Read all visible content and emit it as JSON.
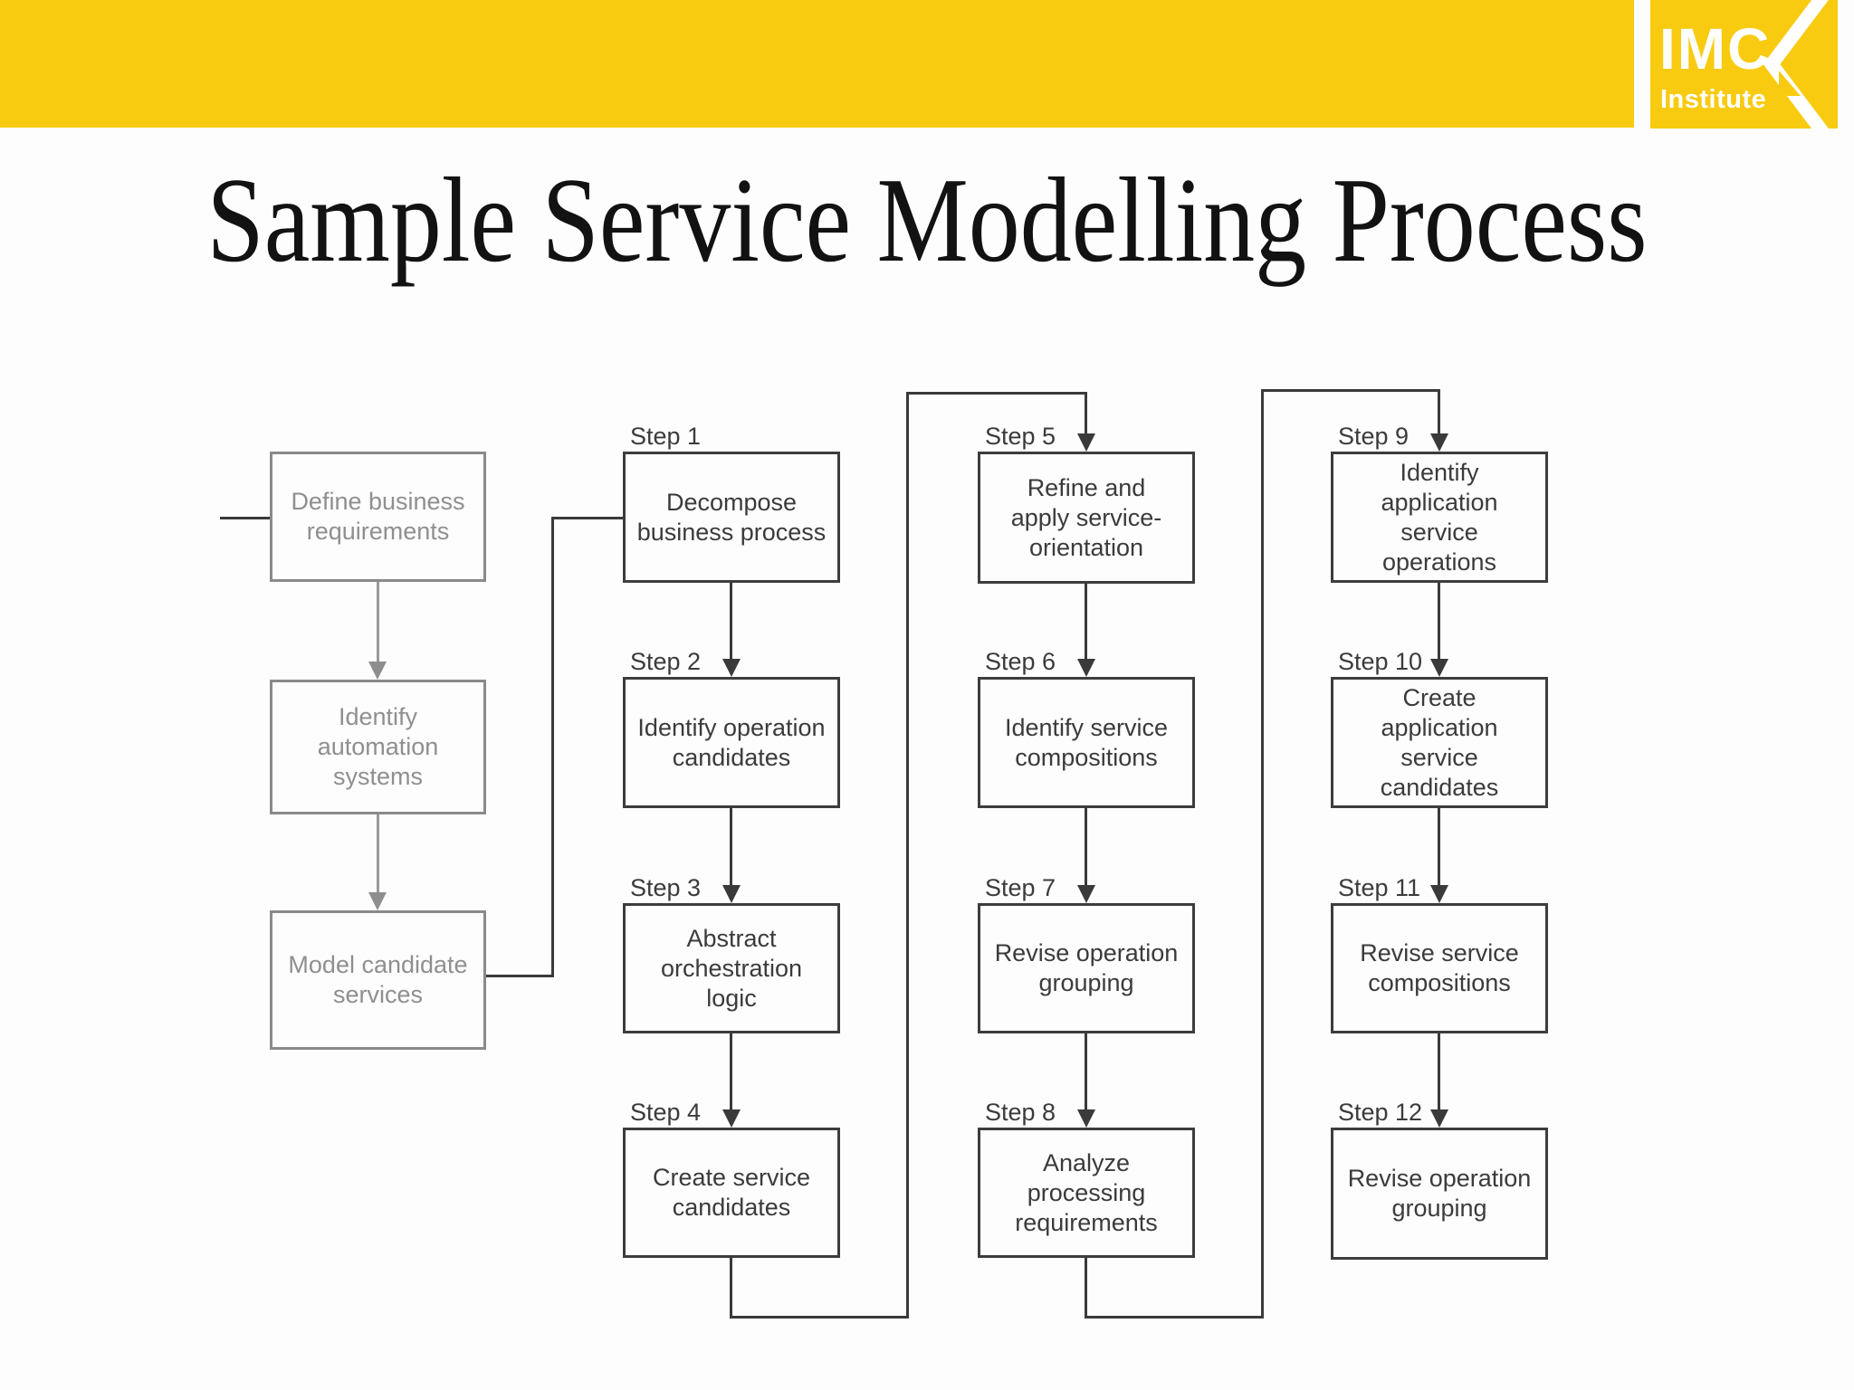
{
  "title": "Sample Service Modelling Process",
  "logo": {
    "name": "IMC",
    "subtitle": "Institute"
  },
  "colors": {
    "banner_yellow": "#F8CB10",
    "line_dark": "#3A3A3A",
    "line_gray": "#9A9A9A",
    "input_box_border": "#8A8A8A",
    "input_box_text": "#8F8F8F",
    "step_box_border": "#3D3D3D",
    "step_box_text": "#3B3B3B",
    "title_text": "#121212",
    "logo_text": "#FFFFFF"
  },
  "flow": {
    "inputs": [
      {
        "label": "Define business\nrequirements"
      },
      {
        "label": "Identify\nautomation\nsystems"
      },
      {
        "label": "Model candidate\nservices"
      }
    ],
    "steps": [
      {
        "name": "Step 1",
        "label": "Decompose\nbusiness process"
      },
      {
        "name": "Step 2",
        "label": "Identify operation\ncandidates"
      },
      {
        "name": "Step 3",
        "label": "Abstract\norchestration\nlogic"
      },
      {
        "name": "Step 4",
        "label": "Create service\ncandidates"
      },
      {
        "name": "Step 5",
        "label": "Refine and\napply service-\norientation"
      },
      {
        "name": "Step 6",
        "label": "Identify service\ncompositions"
      },
      {
        "name": "Step 7",
        "label": "Revise operation\ngrouping"
      },
      {
        "name": "Step 8",
        "label": "Analyze\nprocessing\nrequirements"
      },
      {
        "name": "Step 9",
        "label": "Identify\napplication\nservice\noperations"
      },
      {
        "name": "Step 10",
        "label": "Create\napplication\nservice\ncandidates"
      },
      {
        "name": "Step 11",
        "label": "Revise service\ncompositions"
      },
      {
        "name": "Step 12",
        "label": "Revise operation\ngrouping"
      }
    ]
  }
}
